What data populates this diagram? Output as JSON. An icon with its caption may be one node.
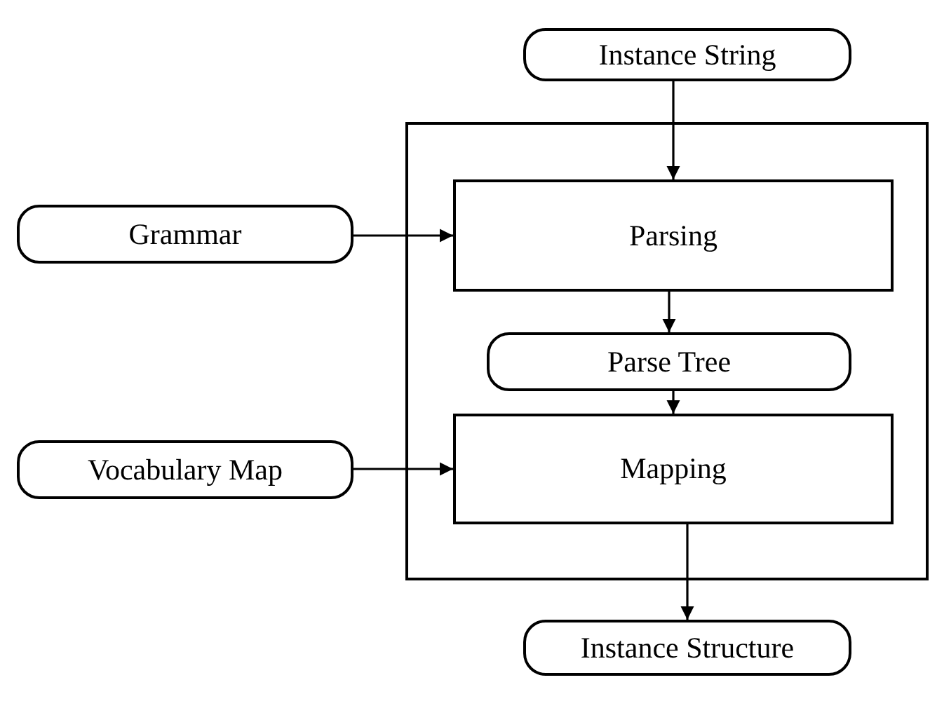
{
  "diagram": {
    "nodes": [
      {
        "text": [
          "Instance String"
        ]
      },
      {
        "text": [],
        "shape": "box"
      },
      {
        "text": [
          "Grammar"
        ]
      },
      {
        "text": [
          "Parsing"
        ],
        "in": 1
      },
      {
        "text": [
          "Parse Tree"
        ],
        "in": 1
      },
      {
        "text": [
          "Vocabulary Map"
        ]
      },
      {
        "text": [
          "Mapping"
        ],
        "in": 1
      },
      {
        "text": [
          "Instance Structure"
        ]
      }
    ],
    "edges": [
      {
        "from": 0,
        "to": 3,
        "arrow": "to"
      },
      {
        "from": 2,
        "to": 3,
        "arrow": "to"
      },
      {
        "from": 3,
        "to": 4,
        "arrow": "to"
      },
      {
        "from": 4,
        "to": 6,
        "arrow": "to"
      },
      {
        "from": 5,
        "to": 6,
        "arrow": "to"
      },
      {
        "from": 6,
        "to": 7,
        "arrow": "to"
      }
    ]
  }
}
